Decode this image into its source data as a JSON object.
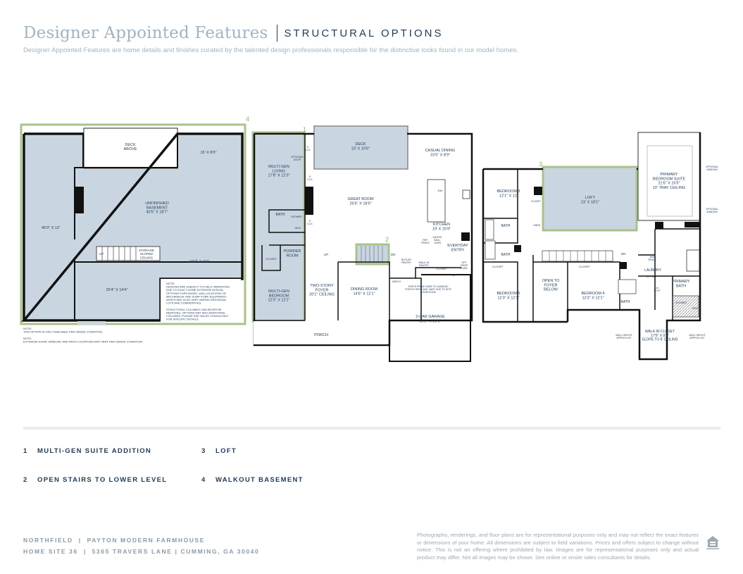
{
  "header": {
    "title": "Designer Appointed Features",
    "subtitle": "STRUCTURAL OPTIONS",
    "description": "Designer Appointed Features are home details and finishes curated by the talented design professionals responsible for the distinctive looks found in our model homes."
  },
  "plans": {
    "basement": {
      "callout": "4",
      "deck": "DECK\nABOVE",
      "room_15": "15' X 8'6\"",
      "unfinished": "UNFINISHED\nBASEMENT\n40'5\" X 18'7\"",
      "room_45": "45'9\" X 12'",
      "up": "UP",
      "storage": "STORAGE\nSLOPED\nCEILING",
      "room_19": "19'7\" X 7'4\"",
      "room_20": "20'4\" X 14'4\"",
      "note_box": "NOTE:\nDESIGNS ARE SUBJECT TO FIELD VARIATIONS\nDUE TO EXACT HOME EXTERIOR DESIGN,\nOPTIONS PURCHASED, AND LOCATIONS OF\nMECHANICAL AND SUMP PUMP EQUIPMENT,\nWHICH MAY ALSO VARY AMONG INDIVIDUAL\nLOTS AND COMMUNITIES.\n \nSTRUCTURAL COLUMNS CAN NEVER BE\nREMOVED. OPTIONS MAY ADD ADDITIONAL\nCOLUMNS. PLEASE SEE SALES CONSULTANT\nFOR SPECIFIC DETAILS.",
      "note_bottom": "NOTE:\nTHIS OPTION IS ONLY AVAILABLE PER GRADE CONDITION.\n \nNOTE:\nEXTERIOR DOOR, WINDOW, AND PATIO LOCATIONS MAY VARY PER GRADE CONDITION."
    },
    "main": {
      "callout_1": "1",
      "callout_2": "2",
      "deck": "DECK\n23' X 10'6\"",
      "casual_dining": "CASUAL DINING\n15'5\" X 8'9\"",
      "multigen_living": "MULTI-GEN\nLIVING\n17'8\" X 12'3\"",
      "great_room": "GREAT ROOM\n25'6\" X 18'9\"",
      "kitchen": "KITCHEN\n19' X 15'9\"",
      "bath": "BATH",
      "shower": "SHOWER",
      "seat": "SEAT",
      "optional_door": "OPTIONAL\nDOOR",
      "clg_9a": "9'\nCLG",
      "clg_9b": "9'\nCLG",
      "clg_9c": "9'\nCLG",
      "dw": "DW",
      "ref_space": "REF.\nSPACE",
      "micro_oven": "MICRO/\nWALL\nOVEN",
      "everyday_entry": "EVERYDAY\nENTRY",
      "closet_a": "CLOSET",
      "powder_room": "POWDER\nROOM",
      "up": "UP",
      "dn": "DN",
      "butler_pantry": "BUTLER\nPANTRY",
      "walkin_pantry": "WALK-IN\nPANTRY",
      "closet_b": "CLOSET",
      "opt_drop_zone": "OPT\nDROP\nZONE",
      "multigen_bedroom": "MULTI-GEN\nBEDROOM\n12'3\" X 12'1\"",
      "foyer": "TWO-STORY\nFOYER\n20'1\" CEILING",
      "dining_room": "DINING ROOM\n14'6\" X 12'1\"",
      "mech": "MECH",
      "steps_note": "STEPS FROM HOME TO GARAGE/\nPORCH/ PATIO MAY VARY DUE TO SITE\nCONDITIONS",
      "garage_up": "UP",
      "garage": "2-CAR GARAGE\n20'2\" X 20'1\"",
      "porch": "PORCH"
    },
    "upper": {
      "callout_3": "3",
      "primary_suite": "PRIMARY\nBEDROOM SUITE\n21'6\" X 15'5\"\n10' TRAY CEILING",
      "optional_window_a": "OPTIONAL\nWINDOW",
      "optional_window_b": "OPTIONAL\nWINDOW",
      "bedroom3": "BEDROOM 3\n12'1\" X 12'",
      "closet_a": "CLOSET",
      "loft": "LOFT\n23' X 18'1\"",
      "linen": "LINEN",
      "bath_a": "BATH",
      "bath_b": "BATH",
      "closet_b": "CLOSET",
      "closet_c": "CLOSET",
      "dn": "DN",
      "wd_space": "W/D\nSPACE",
      "laundry": "LAUNDRY",
      "opt_sink": "OPT. SINK",
      "primary_bath": "PRIMARY\nBATH",
      "bedroom5": "BEDROOM 5\n12'3\" X 12'1\"",
      "open_foyer": "OPEN TO\nFOYER\nBELOW",
      "bedroom4": "BEDROOM 4\n12'3\" X 12'1\"",
      "bath_c": "BATH",
      "shower": "SHOWER",
      "seat": "SEAT",
      "opt_door": "OPT.\nDOOR",
      "wic": "WALK-IN CLOSET\n17'6\" X 9'2\"\nSLOPE TO 8' CEILING",
      "wall_height_l": "WALL HEIGHT\nAPPROX 6'0\"",
      "wall_height_r": "WALL HEIGHT\nAPPROX 6'0\""
    }
  },
  "legend": [
    {
      "num": "1",
      "label": "MULTI-GEN SUITE ADDITION"
    },
    {
      "num": "2",
      "label": "OPEN STAIRS TO LOWER LEVEL"
    },
    {
      "num": "3",
      "label": "LOFT"
    },
    {
      "num": "4",
      "label": "WALKOUT BASEMENT"
    }
  ],
  "footer": {
    "line1": "NORTHFIELD  |  PAYTON MODERN FARMHOUSE",
    "line2": "HOME SITE 36  |  5365 TRAVERS LANE | CUMMING, GA 30040",
    "disclaimer": "Photographs, renderings, and floor plans are for representational purposes only and may not reflect the exact features or dimensions of your home. All dimensions are subject to field variations. Prices and offers subject to change without notice. This is not an offering where prohibited by law. Images are for representational purposes only and actual product may differ. Not all images may be shown. See online or onsite sales consultants for details.",
    "eho_icon": "equal-housing-opportunity-icon"
  },
  "colors": {
    "title": "#9fb4c3",
    "navy": "#1f3a56",
    "highlight_fill": "#c9d6e1",
    "highlight_border": "#a9c28a"
  }
}
